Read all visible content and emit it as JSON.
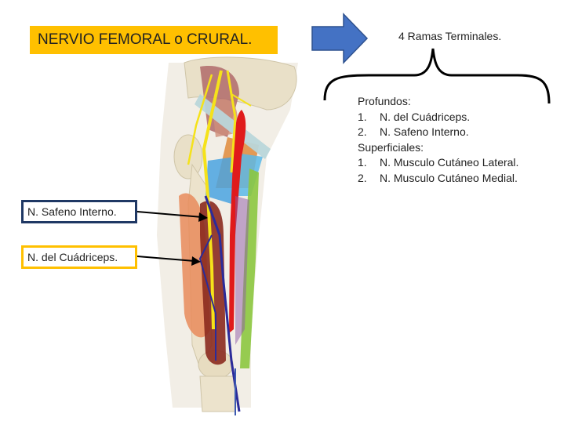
{
  "title": "NERVIO FEMORAL o CRURAL.",
  "branches_title": "4 Ramas Terminales.",
  "groups": [
    {
      "heading": "Profundos:",
      "items": [
        {
          "num": "1.",
          "text": "N. del Cuádriceps."
        },
        {
          "num": "2.",
          "text": "N. Safeno Interno."
        }
      ]
    },
    {
      "heading": "Superficiales:",
      "items": [
        {
          "num": "1.",
          "text": "N. Musculo Cutáneo Lateral."
        },
        {
          "num": "2.",
          "text": "N. Musculo Cutáneo Medial."
        }
      ]
    }
  ],
  "labels": {
    "safeno": "N. Safeno Interno.",
    "cuadriceps": "N. del Cuádriceps."
  },
  "colors": {
    "title_bg": "#ffc000",
    "arrow": "#4472c4",
    "safeno_border": "#1f3864",
    "cuadriceps_border": "#ffc000"
  }
}
